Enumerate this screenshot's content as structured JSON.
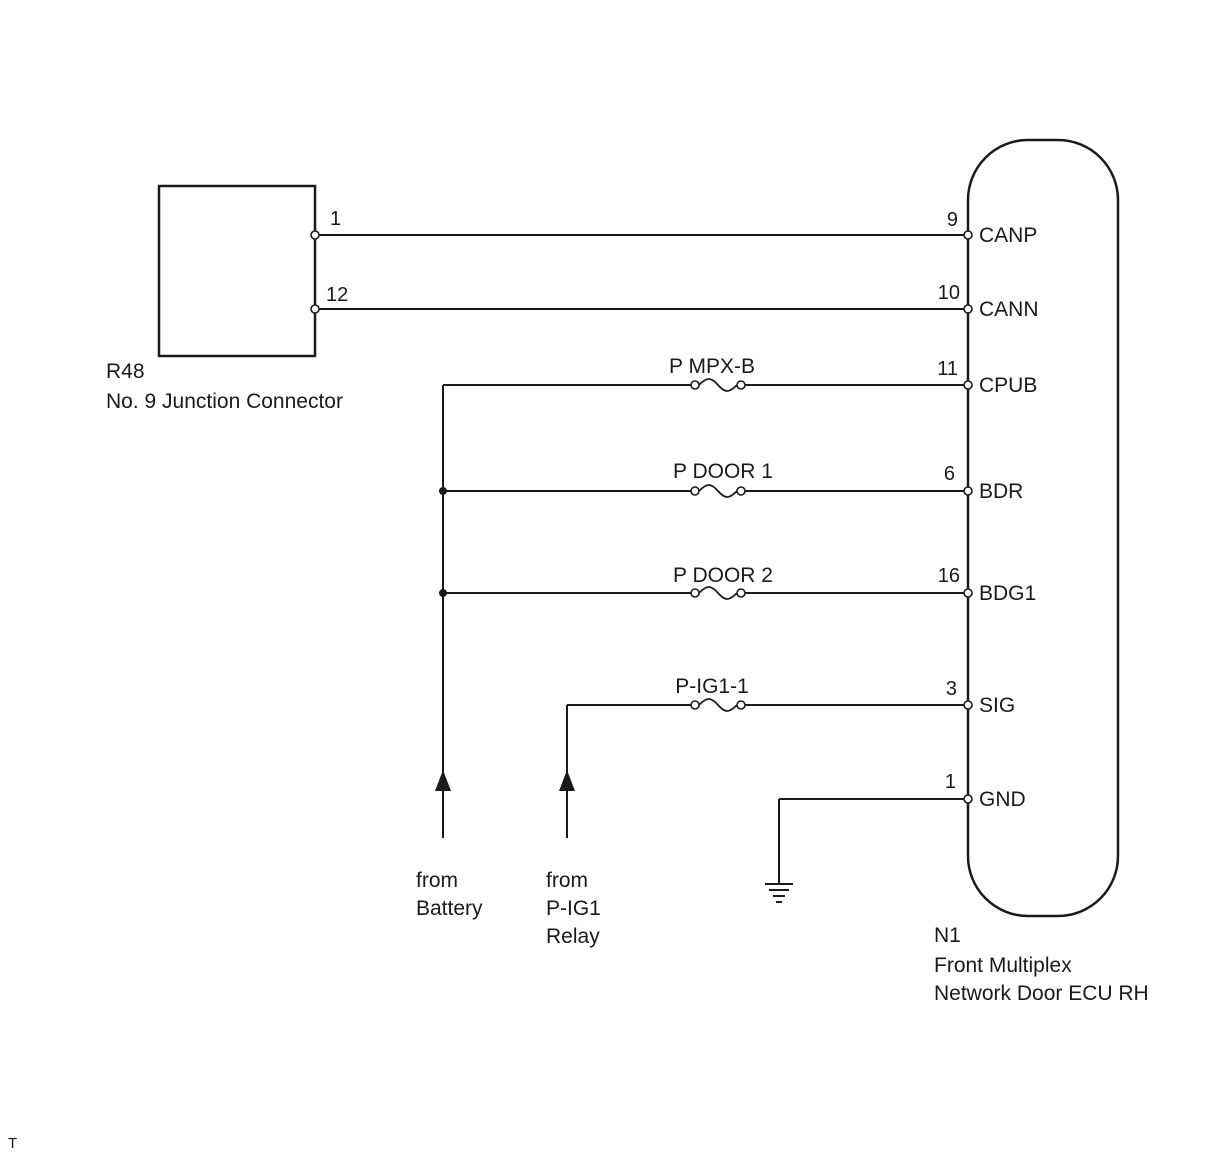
{
  "junction_connector": {
    "code": "R48",
    "name": "No. 9 Junction Connector",
    "pins": [
      "1",
      "12"
    ]
  },
  "ecu": {
    "code": "N1",
    "name_line1": "Front Multiplex",
    "name_line2": "Network Door ECU RH"
  },
  "ecu_terminals": [
    {
      "pin": "9",
      "signal": "CANP"
    },
    {
      "pin": "10",
      "signal": "CANN"
    },
    {
      "pin": "11",
      "signal": "CPUB"
    },
    {
      "pin": "6",
      "signal": "BDR"
    },
    {
      "pin": "16",
      "signal": "BDG1"
    },
    {
      "pin": "3",
      "signal": "SIG"
    },
    {
      "pin": "1",
      "signal": "GND"
    }
  ],
  "fuses": [
    "P MPX-B",
    "P DOOR 1",
    "P DOOR 2",
    "P-IG1-1"
  ],
  "sources": {
    "battery": {
      "line1": "from",
      "line2": "Battery"
    },
    "relay": {
      "line1": "from",
      "line2": "P-IG1",
      "line3": "Relay"
    }
  },
  "corner_mark": "T"
}
